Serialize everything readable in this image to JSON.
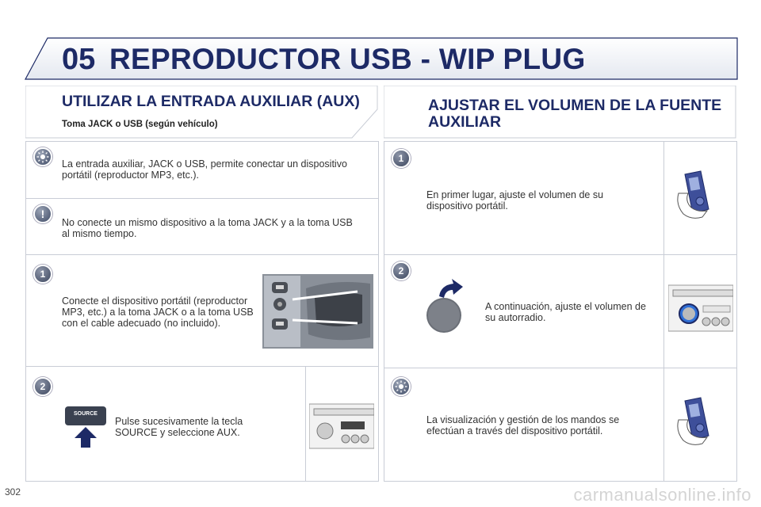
{
  "header": {
    "chapter": "05",
    "title": "REPRODUCTOR USB - WIP PLUG"
  },
  "left": {
    "title": "UTILIZAR LA ENTRADA AUXILIAR (AUX)",
    "subtitle": "Toma JACK o USB (según vehículo)",
    "rows": [
      {
        "badge": "",
        "icon": "sun-icon",
        "text": "La entrada auxiliar, JACK o USB, permite conectar un dispositivo portátil (reproductor MP3, etc.)."
      },
      {
        "badge": "!",
        "icon": "warning-icon",
        "text": "No conecte un mismo dispositivo a la toma JACK y a la toma USB al mismo tiempo."
      },
      {
        "badge": "1",
        "icon": "step-1-icon",
        "text": "Conecte el dispositivo portátil (reproductor MP3, etc.) a la toma JACK o a la toma USB con el cable adecuado (no incluido)."
      },
      {
        "badge": "2",
        "icon": "step-2-icon",
        "text": "Pulse sucesivamente la tecla SOURCE y seleccione AUX.",
        "button_label": "SOURCE"
      }
    ]
  },
  "right": {
    "title": "AJUSTAR EL VOLUMEN DE LA FUENTE AUXILIAR",
    "rows": [
      {
        "badge": "1",
        "icon": "step-1-icon",
        "text": "En primer lugar, ajuste el volumen de su dispositivo portátil."
      },
      {
        "badge": "2",
        "icon": "step-2-icon",
        "text": "A continuación, ajuste el volumen de su autorradio."
      },
      {
        "badge": "",
        "icon": "sun-icon",
        "text": "La visualización y gestión de los mandos se efectúan a través del dispositivo portátil."
      }
    ]
  },
  "footer": {
    "page": "302",
    "url": "carmanualsonline.info"
  }
}
